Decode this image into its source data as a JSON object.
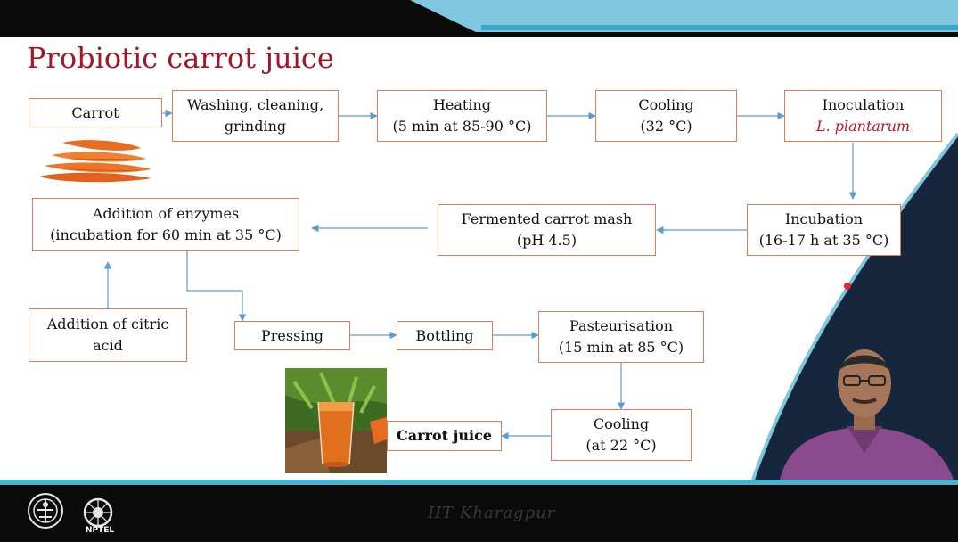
{
  "title": "Probiotic carrot juice",
  "footer": {
    "institution": "IIT Kharagpur",
    "logo_text": "NPTEL"
  },
  "boxes": {
    "carrot": "Carrot",
    "washing_1": "Washing, cleaning,",
    "washing_2": "grinding",
    "heating_1": "Heating",
    "heating_2": "(5 min at 85-90 °C)",
    "cooling1_1": "Cooling",
    "cooling1_2": "(32 °C)",
    "inoculation_1": "Inoculation",
    "inoculation_2": "L. plantarum",
    "incubation_1": "Incubation",
    "incubation_2": "(16-17 h at 35 °C)",
    "fermented_1": "Fermented carrot mash",
    "fermented_2": "(pH 4.5)",
    "enzymes_1": "Addition of enzymes",
    "enzymes_2": "(incubation for 60 min at 35 °C)",
    "citric_1": "Addition of citric",
    "citric_2": "acid",
    "pressing": "Pressing",
    "bottling": "Bottling",
    "pasteurisation_1": "Pasteurisation",
    "pasteurisation_2": "(15 min at 85 °C)",
    "cooling2_1": "Cooling",
    "cooling2_2": "(at 22 °C)",
    "carrot_juice": "Carrot juice"
  },
  "colors": {
    "title": "#a01826",
    "box_border": "#e07b52",
    "arrow": "#5b9bd5",
    "accent_blue": "#35a7c9",
    "species": "#c0182a"
  }
}
